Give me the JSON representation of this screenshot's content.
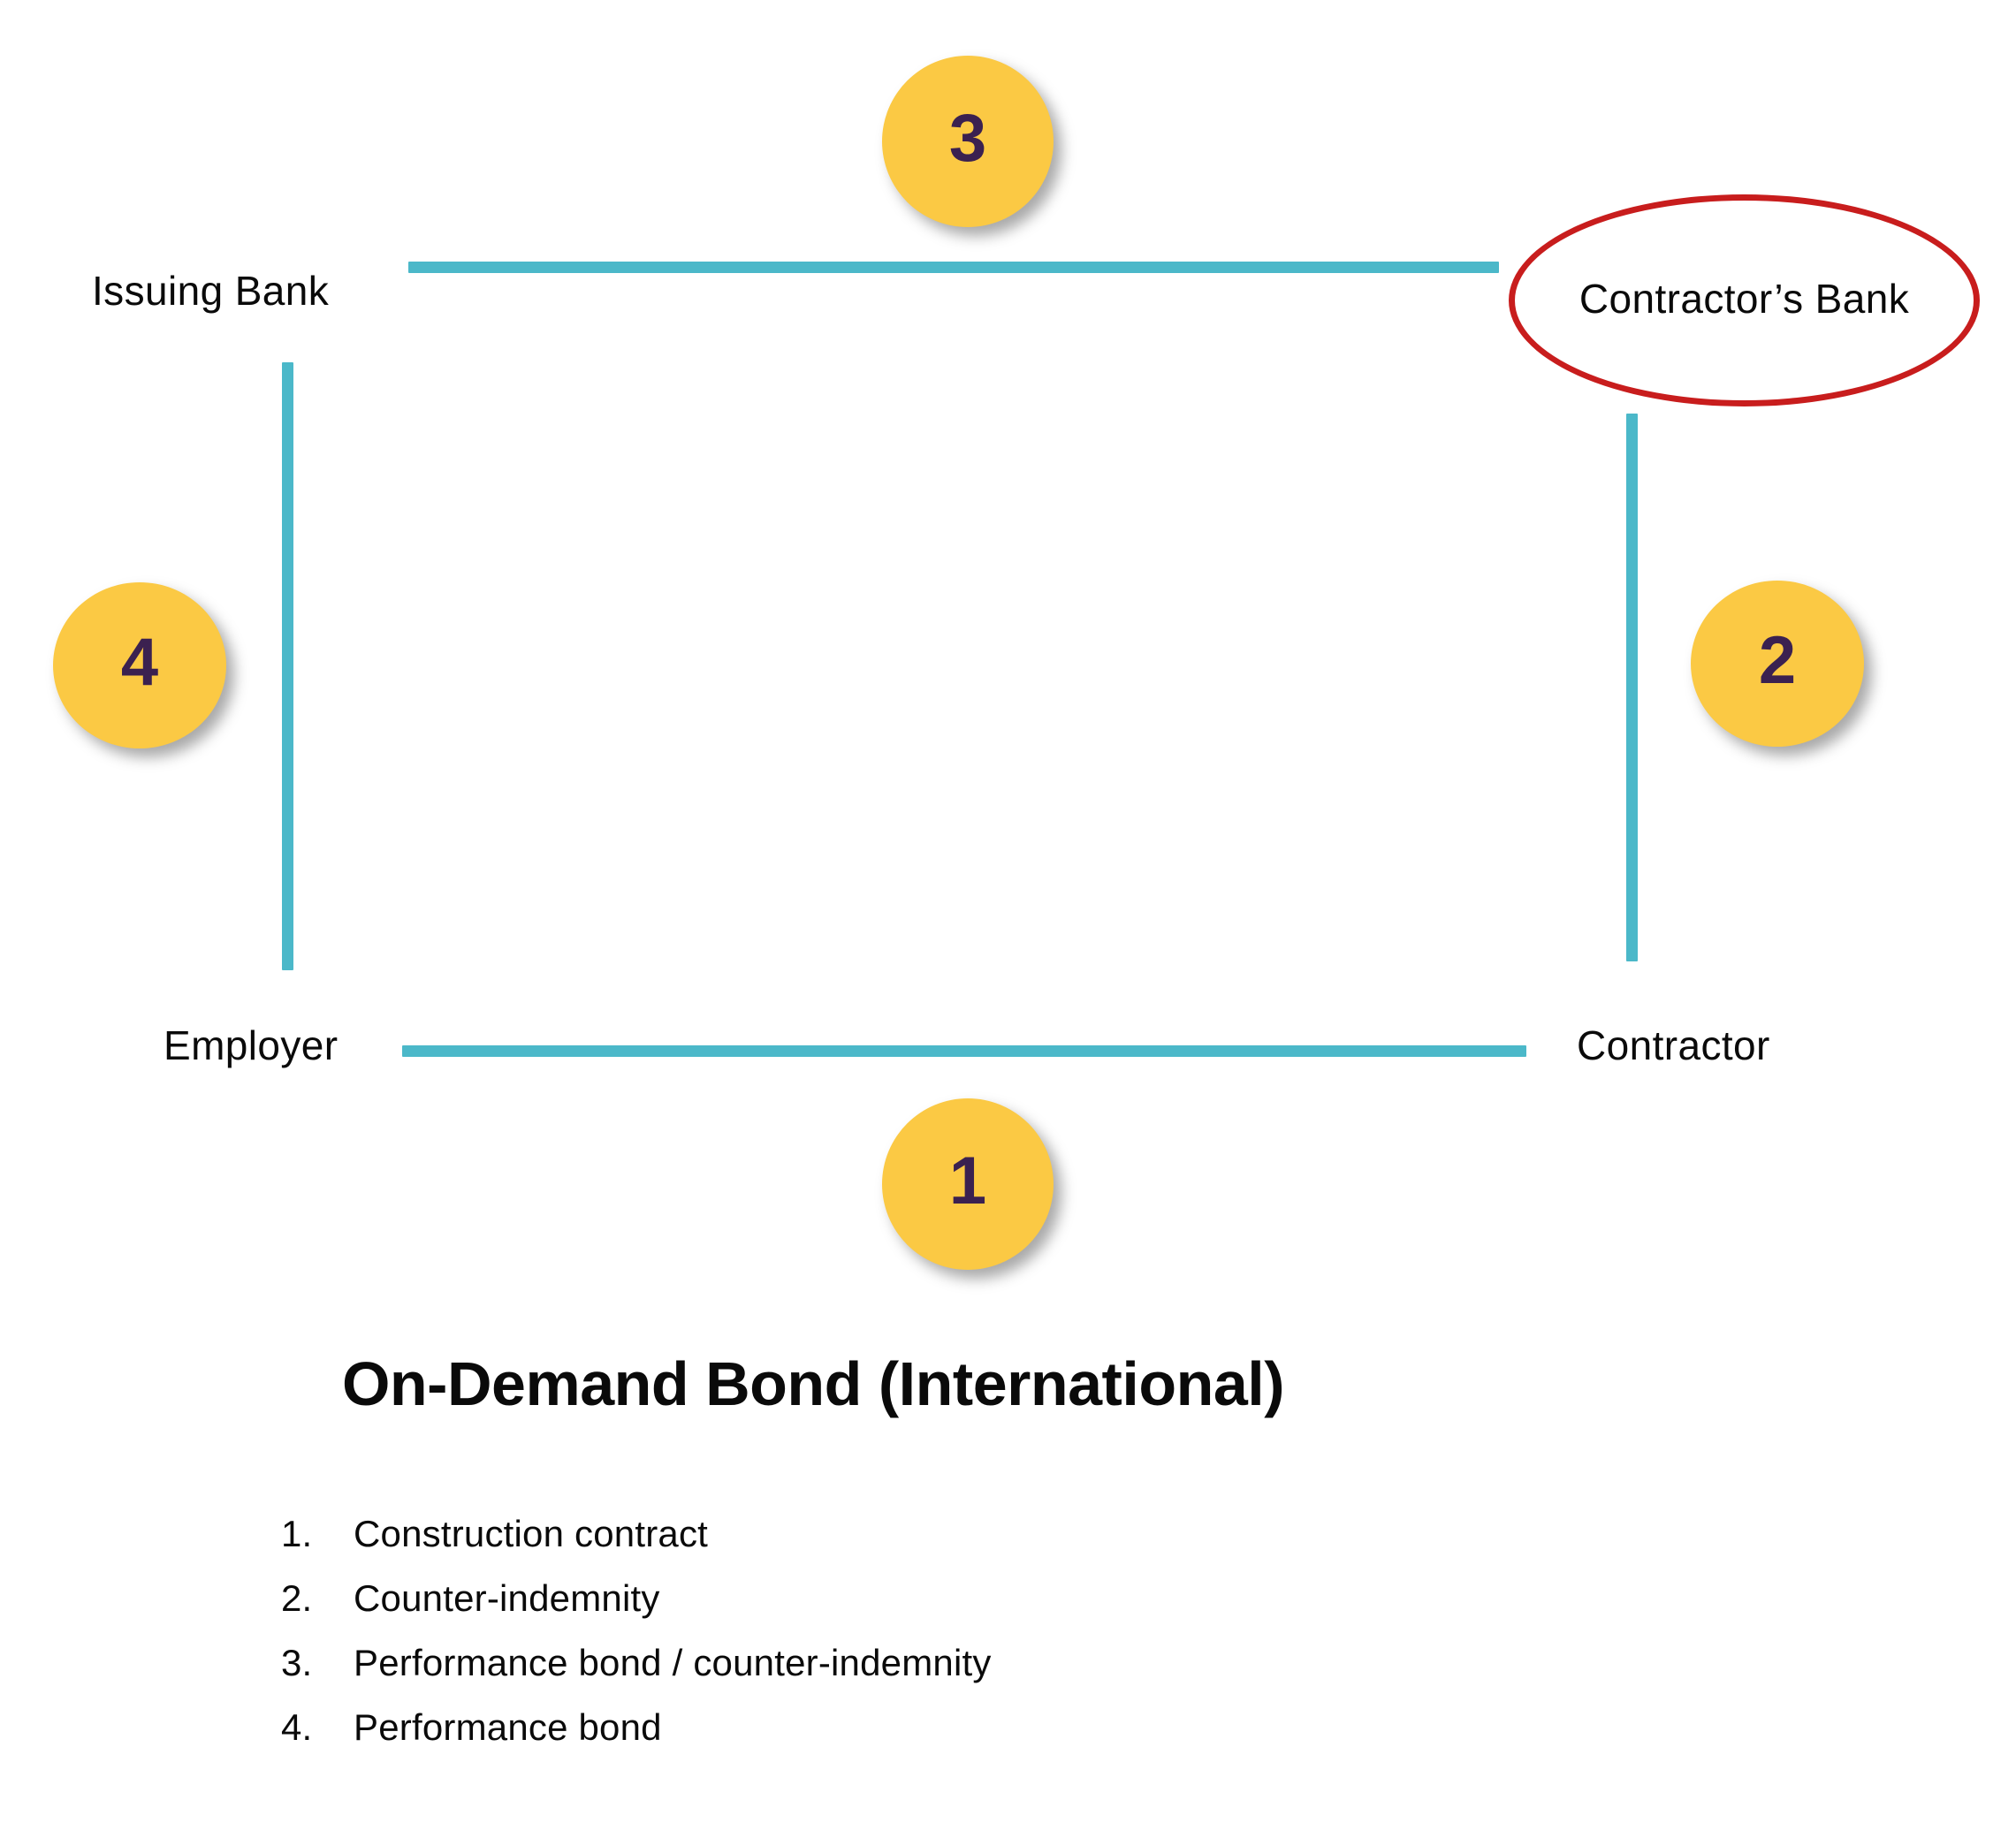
{
  "diagram": {
    "title": "On-Demand Bond (International)",
    "nodes": {
      "issuing_bank": "Issuing Bank",
      "contractors_bank": "Contractor’s Bank",
      "employer": "Employer",
      "contractor": "Contractor"
    },
    "badges": {
      "one": "1",
      "two": "2",
      "three": "3",
      "four": "4"
    },
    "legend": [
      {
        "num": "1.",
        "text": "Construction contract"
      },
      {
        "num": "2.",
        "text": "Counter-indemnity"
      },
      {
        "num": "3.",
        "text": "Performance bond / counter-indemnity"
      },
      {
        "num": "4.",
        "text": "Performance bond"
      }
    ],
    "colors": {
      "connector_teal": "#4BB8C9",
      "badge_yellow": "#FBC944",
      "badge_number": "#3B2150",
      "highlight_red": "#C81D1D",
      "text_black": "#0A0A0A",
      "background": "#FFFFFF"
    }
  }
}
